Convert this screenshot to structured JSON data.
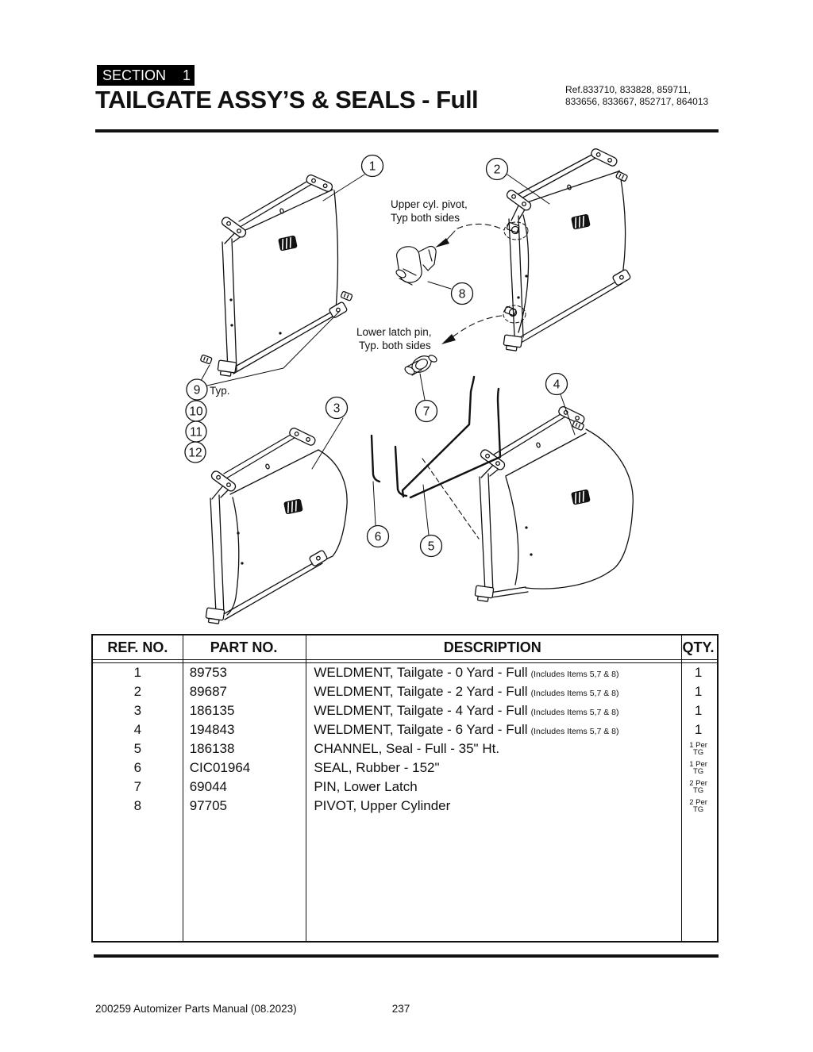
{
  "header": {
    "section_label": "SECTION 1",
    "title": "TAILGATE ASSY’S & SEALS - Full",
    "ref_line1": "Ref.833710, 833828, 859711,",
    "ref_line2": "833656, 833667, 852717, 864013"
  },
  "diagram": {
    "labels": {
      "upper_pivot_1": "Upper cyl. pivot,",
      "upper_pivot_2": "Typ both sides",
      "lower_latch_1": "Lower latch pin,",
      "lower_latch_2": "Typ. both sides",
      "typ": "Typ."
    },
    "callouts": {
      "c1": "1",
      "c2": "2",
      "c3": "3",
      "c4": "4",
      "c5": "5",
      "c6": "6",
      "c7": "7",
      "c8": "8",
      "c9": "9",
      "c10": "10",
      "c11": "11",
      "c12": "12"
    }
  },
  "table": {
    "headers": {
      "ref": "REF. NO.",
      "part": "PART NO.",
      "desc": "DESCRIPTION",
      "qty": "QTY."
    },
    "rows": [
      {
        "ref": "1",
        "part": "89753",
        "desc": "WELDMENT, Tailgate - 0 Yard - Full",
        "note": "(Includes Items 5,7 & 8)",
        "qty_big": "1",
        "qty_small": ""
      },
      {
        "ref": "2",
        "part": "89687",
        "desc": "WELDMENT, Tailgate - 2 Yard - Full",
        "note": "(Includes Items 5,7 & 8)",
        "qty_big": "1",
        "qty_small": ""
      },
      {
        "ref": "3",
        "part": "186135",
        "desc": "WELDMENT, Tailgate - 4 Yard - Full",
        "note": "(Includes Items 5,7 & 8)",
        "qty_big": "1",
        "qty_small": ""
      },
      {
        "ref": "4",
        "part": "194843",
        "desc": "WELDMENT, Tailgate - 6 Yard - Full",
        "note": "(Includes Items 5,7 & 8)",
        "qty_big": "1",
        "qty_small": ""
      },
      {
        "ref": "5",
        "part": "186138",
        "desc": "CHANNEL, Seal - Full - 35\" Ht.",
        "note": "",
        "qty_big": "",
        "qty_small": "1 Per\nTG"
      },
      {
        "ref": "6",
        "part": "CIC01964",
        "desc": "SEAL, Rubber - 152\"",
        "note": "",
        "qty_big": "",
        "qty_small": "1 Per\nTG"
      },
      {
        "ref": "7",
        "part": "69044",
        "desc": "PIN, Lower Latch",
        "note": "",
        "qty_big": "",
        "qty_small": "2 Per\nTG"
      },
      {
        "ref": "8",
        "part": "97705",
        "desc": "PIVOT, Upper Cylinder",
        "note": "",
        "qty_big": "",
        "qty_small": "2 Per\nTG"
      }
    ]
  },
  "footer": {
    "left": "200259 Automizer Parts Manual (08.2023)",
    "page": "237"
  }
}
